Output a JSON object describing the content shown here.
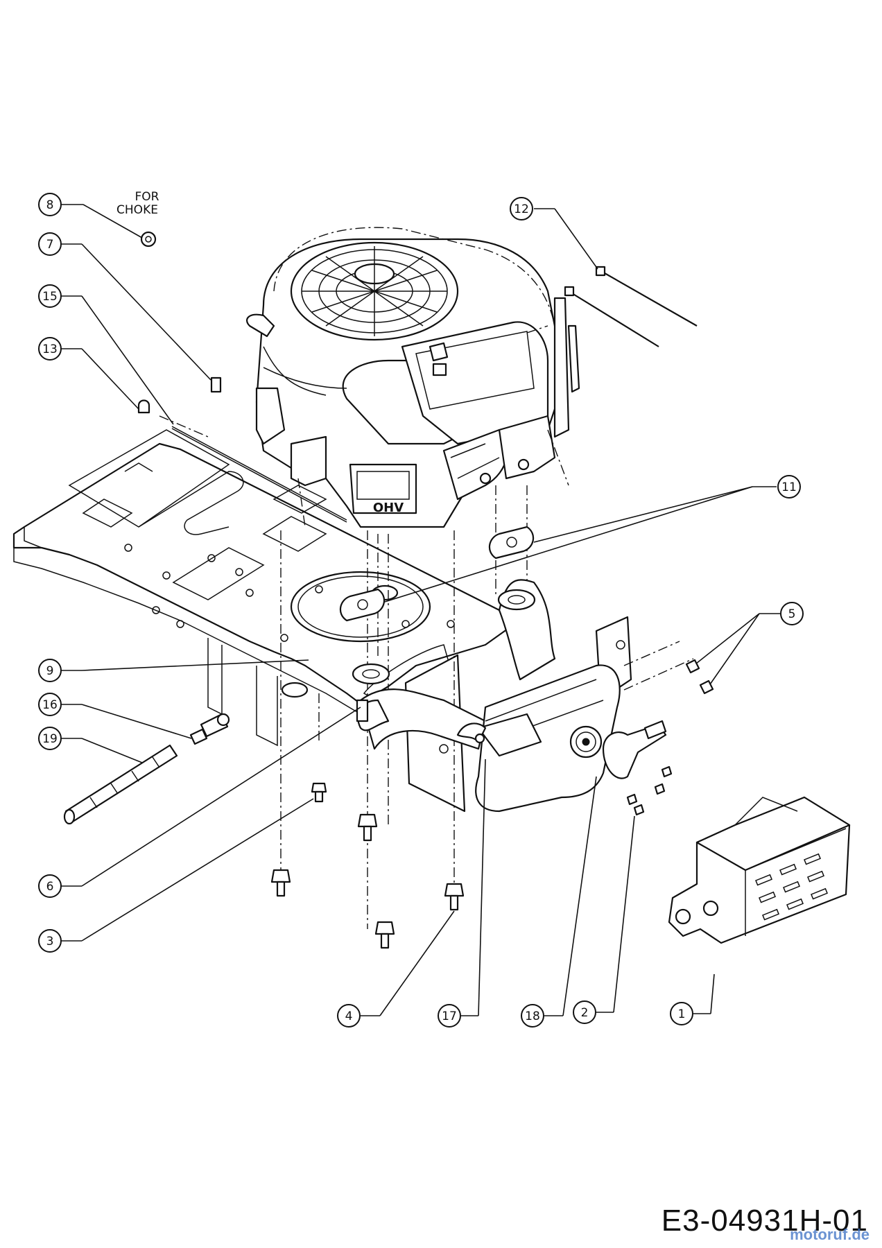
{
  "diagram": {
    "note_for_choke": [
      "FOR",
      "CHOKE"
    ],
    "drawing_number": "E3-04931H-01",
    "watermark": "motoruf.de",
    "callouts": [
      {
        "id": "c8",
        "label": "8"
      },
      {
        "id": "c7",
        "label": "7"
      },
      {
        "id": "c15",
        "label": "15"
      },
      {
        "id": "c13",
        "label": "13"
      },
      {
        "id": "c12",
        "label": "12"
      },
      {
        "id": "c11",
        "label": "11"
      },
      {
        "id": "c5",
        "label": "5"
      },
      {
        "id": "c9",
        "label": "9"
      },
      {
        "id": "c16",
        "label": "16"
      },
      {
        "id": "c19",
        "label": "19"
      },
      {
        "id": "c6",
        "label": "6"
      },
      {
        "id": "c3",
        "label": "3"
      },
      {
        "id": "c4",
        "label": "4"
      },
      {
        "id": "c17",
        "label": "17"
      },
      {
        "id": "c18",
        "label": "18"
      },
      {
        "id": "c2",
        "label": "2"
      },
      {
        "id": "c1",
        "label": "1"
      }
    ],
    "engine_badge": "OHV"
  }
}
